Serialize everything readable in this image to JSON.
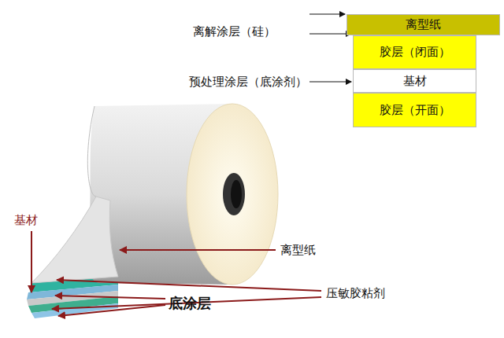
{
  "diagram": {
    "nodes": [
      {
        "text": [
          "离型纸"
        ]
      },
      {
        "text": [
          "胶层（闭面）"
        ]
      },
      {
        "text": [
          "基材"
        ]
      },
      {
        "text": [
          "胶层（开面）"
        ]
      }
    ],
    "labels": [
      "离解涂层（硅）",
      "预处理涂层（底涂剂）",
      "基材",
      "离型纸",
      "压敏胶粘剂",
      "底涂层"
    ]
  }
}
